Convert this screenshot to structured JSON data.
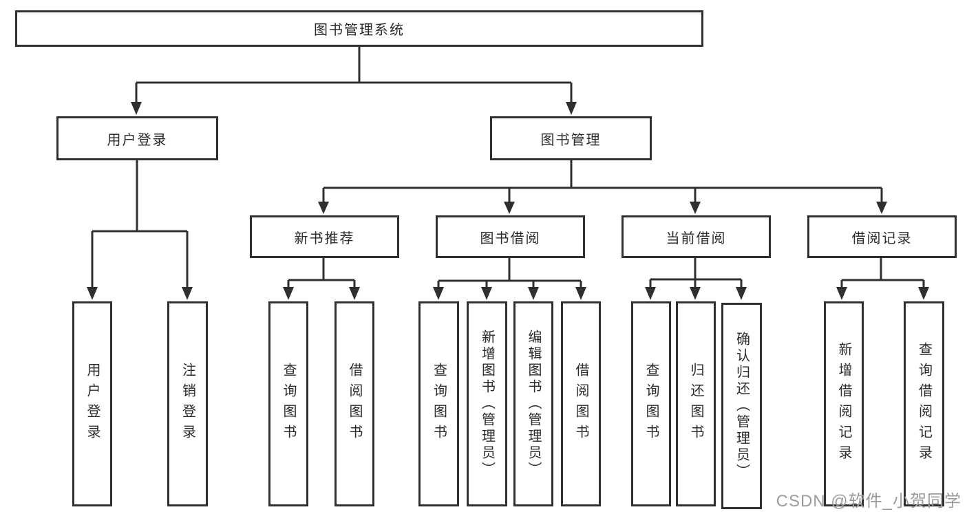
{
  "diagram_title": "图书管理系统",
  "tree": {
    "root": {
      "label": "图书管理系统"
    },
    "branches": [
      {
        "label": "用户登录",
        "children": [
          {
            "label": "用户登录"
          },
          {
            "label": "注销登录"
          }
        ]
      },
      {
        "label": "图书管理",
        "children": [
          {
            "label": "新书推荐",
            "children": [
              {
                "label": "查询图书"
              },
              {
                "label": "借阅图书"
              }
            ]
          },
          {
            "label": "图书借阅",
            "children": [
              {
                "label": "查询图书"
              },
              {
                "label": "新增图书（管理员）"
              },
              {
                "label": "编辑图书（管理员）"
              },
              {
                "label": "借阅图书"
              }
            ]
          },
          {
            "label": "当前借阅",
            "children": [
              {
                "label": "查询图书"
              },
              {
                "label": "归还图书"
              },
              {
                "label": "确认归还（管理员）"
              }
            ]
          },
          {
            "label": "借阅记录",
            "children": [
              {
                "label": "新增借阅记录"
              },
              {
                "label": "查询借阅记录"
              }
            ]
          }
        ]
      }
    ]
  },
  "watermark": "CSDN @软件_小贺同学",
  "colors": {
    "line": "#2f2f2f",
    "box_border": "#2f2f2f",
    "text": "#2b2b2b",
    "watermark": "#9b9b9b",
    "background": "#ffffff"
  }
}
